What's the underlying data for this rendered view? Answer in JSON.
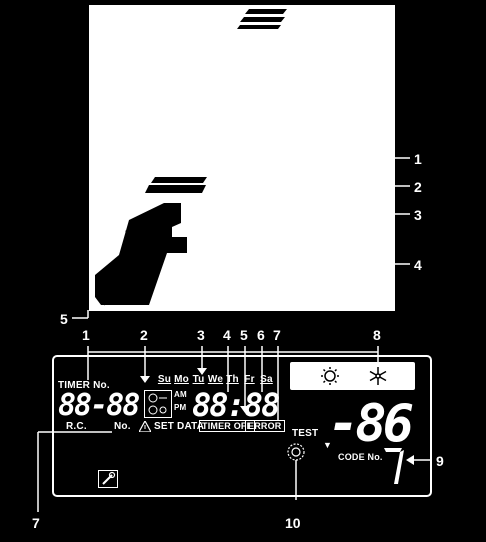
{
  "callouts_right": [
    "1",
    "2",
    "3",
    "4"
  ],
  "callout_top_5": "5",
  "callouts_lcd": [
    "1",
    "2",
    "3",
    "4",
    "5",
    "6",
    "7",
    "8"
  ],
  "callout_9": "9",
  "callout_7b": "7",
  "callout_10": "10",
  "lcd": {
    "timer_no_label": "TIMER No.",
    "days": [
      "Su",
      "Mo",
      "Tu",
      "We",
      "Th",
      "Fr",
      "Sa"
    ],
    "am_label": "AM",
    "pm_label": "PM",
    "time_digits": "88:88",
    "left_digits": "88-88",
    "rc_label": "R.C.",
    "no_label": "No.",
    "set_data_label": "SET DATA",
    "timer_off_label": "TIMER OFF",
    "error_label": "ERROR",
    "test_label": "TEST",
    "code_no_label": "CODE No.",
    "big_digits": "-86"
  },
  "icons": {
    "sun": "sun-icon",
    "snowflake": "snowflake-icon",
    "wrench": "wrench-icon",
    "clock": "clock-icon",
    "warning": "warning-icon",
    "test_dial": "dial-icon"
  }
}
